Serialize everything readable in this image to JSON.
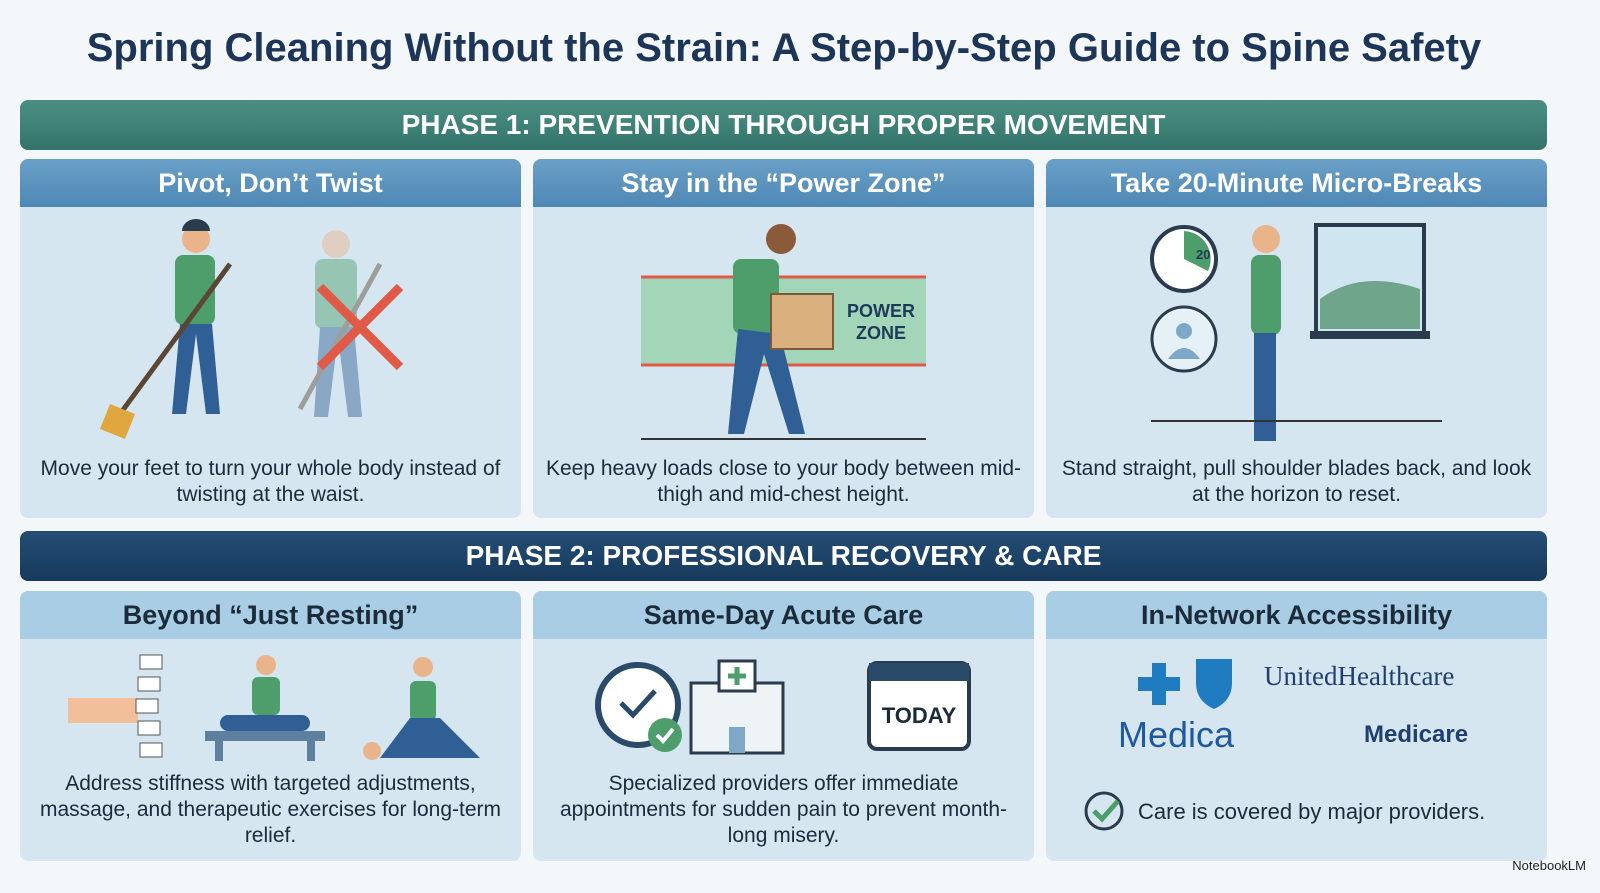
{
  "title": "Spring Cleaning Without the Strain: A Step-by-Step Guide to Spine Safety",
  "phase1": {
    "label": "PHASE 1: PREVENTION THROUGH PROPER MOVEMENT",
    "cards": [
      {
        "title": "Pivot, Don’t Twist",
        "desc": "Move your feet to turn your whole body instead of twisting at the waist."
      },
      {
        "title": "Stay in the “Power Zone”",
        "desc": "Keep heavy loads close to your body between mid-thigh and mid-chest height.",
        "zone_label_1": "POWER",
        "zone_label_2": "ZONE"
      },
      {
        "title": "Take 20-Minute Micro-Breaks",
        "desc": "Stand straight, pull shoulder blades back, and look at the horizon to reset.",
        "timer": "20"
      }
    ]
  },
  "phase2": {
    "label": "PHASE 2: PROFESSIONAL RECOVERY & CARE",
    "cards": [
      {
        "title": "Beyond “Just Resting”",
        "desc": "Address stiffness with targeted adjustments, massage, and therapeutic exercises for long-term relief."
      },
      {
        "title": "Same-Day Acute Care",
        "desc": "Specialized providers offer immediate appointments for sudden pain to prevent month-long misery.",
        "calendar": "TODAY"
      },
      {
        "title": "In-Network Accessibility",
        "providers": [
          "UnitedHealthcare",
          "Medica",
          "Medicare"
        ],
        "covered": "Care is covered by major providers."
      }
    ]
  },
  "footer": "NotebookLM",
  "colors": {
    "title": "#1d3557",
    "phase1": "#3d8277",
    "phase2": "#1e4468",
    "accent": "#e05a47"
  }
}
